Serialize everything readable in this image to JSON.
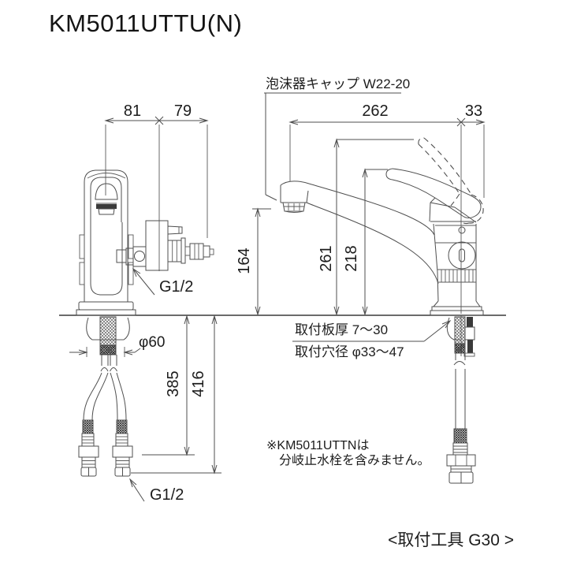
{
  "title": "KM5011UTTU(N)",
  "labels": {
    "aerator_cap": "泡沫器キャップ W22-20",
    "mount_plate_thickness": "取付板厚 7〜30",
    "mount_hole_diameter": "取付穴径 φ33〜47",
    "note_line1": "※KM5011UTTNは",
    "note_line2": "分岐止水栓を含みません。",
    "tool": "<取付工具 G30 >",
    "thread_branch": "G1/2",
    "thread_hose": "G1/2"
  },
  "dimensions": {
    "front": {
      "left_width": "81",
      "right_width": "79",
      "base_diameter": "φ60",
      "hose_length_a": "385",
      "hose_length_b": "416"
    },
    "side": {
      "spout_reach": "262",
      "handle_overhang": "33",
      "spout_height": "164",
      "max_height": "261",
      "handle_height": "218"
    }
  },
  "colors": {
    "line": "#4f4f4f",
    "text": "#1c1c1c",
    "counter_line": "#3a3a3a",
    "background": "#ffffff"
  }
}
